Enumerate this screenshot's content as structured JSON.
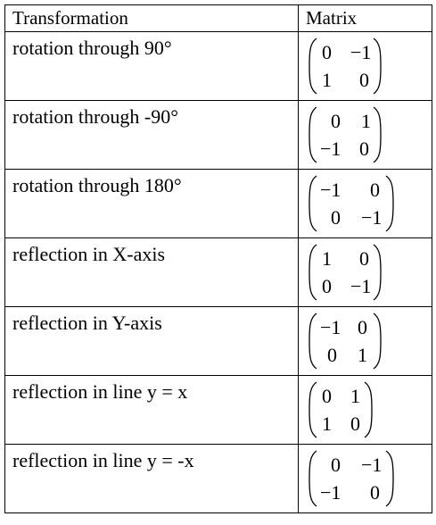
{
  "table": {
    "headers": {
      "transformation": "Transformation",
      "matrix": "Matrix"
    },
    "rows": [
      {
        "label": "rotation through 90°",
        "matrix": [
          [
            "0",
            "−1"
          ],
          [
            "1",
            "0"
          ]
        ]
      },
      {
        "label": "rotation through -90°",
        "matrix": [
          [
            "0",
            "1"
          ],
          [
            "−1",
            "0"
          ]
        ]
      },
      {
        "label": "rotation through 180°",
        "matrix": [
          [
            "−1",
            "0"
          ],
          [
            "0",
            "−1"
          ]
        ]
      },
      {
        "label": "reflection in X-axis",
        "matrix": [
          [
            "1",
            "0"
          ],
          [
            "0",
            "−1"
          ]
        ]
      },
      {
        "label": "reflection in Y-axis",
        "matrix": [
          [
            "−1",
            "0"
          ],
          [
            "0",
            "1"
          ]
        ]
      },
      {
        "label": "reflection in line y = x",
        "matrix": [
          [
            "0",
            "1"
          ],
          [
            "1",
            "0"
          ]
        ]
      },
      {
        "label": "reflection in line y = -x",
        "matrix": [
          [
            "0",
            "−1"
          ],
          [
            "−1",
            "0"
          ]
        ]
      }
    ]
  }
}
